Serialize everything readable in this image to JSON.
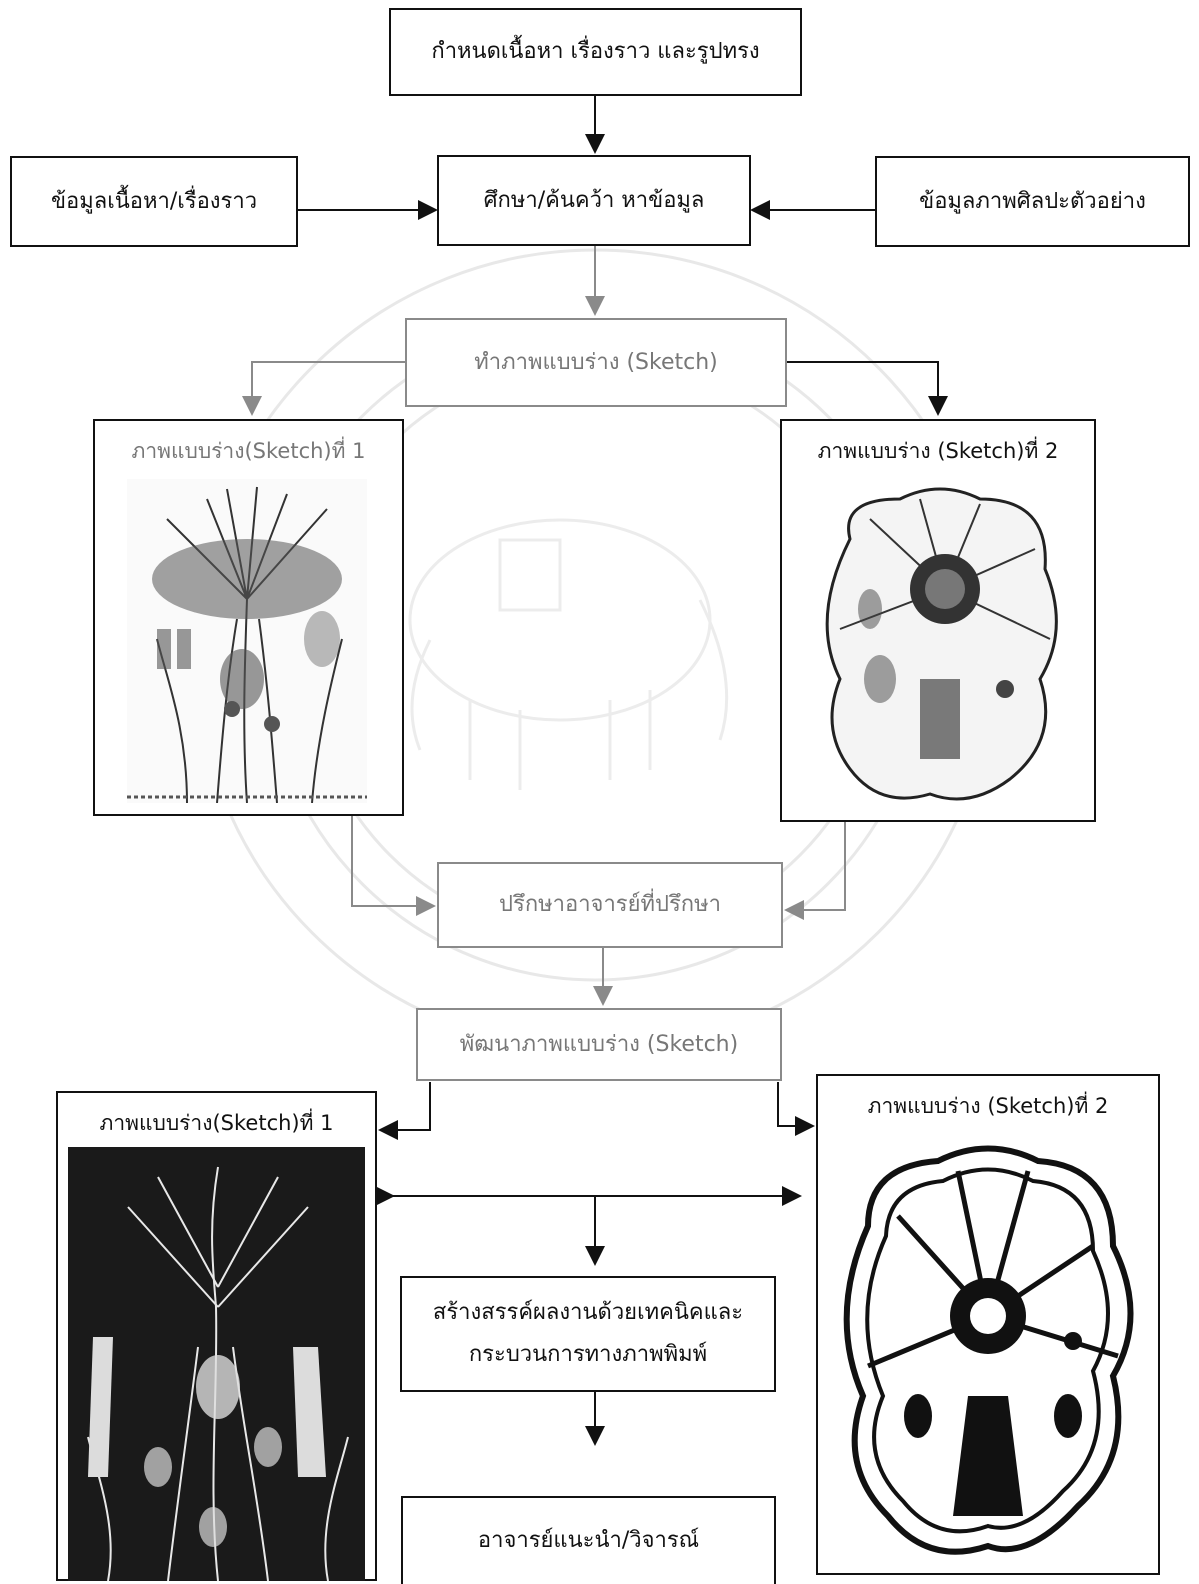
{
  "colors": {
    "dark": "#111111",
    "gray": "#8a8a8a",
    "watermark": "#e6e6e6"
  },
  "steps": {
    "define": "กำหนดเนื้อหา เรื่องราว และรูปทรง",
    "content_info": "ข้อมูลเนื้อหา/เรื่องราว",
    "research": "ศึกษา/ค้นคว้า หาข้อมูล",
    "art_info": "ข้อมูลภาพศิลปะตัวอย่าง",
    "sketch": "ทำภาพแบบร่าง (Sketch)",
    "sketch1": "ภาพแบบร่าง(Sketch)ที่ 1",
    "sketch2": "ภาพแบบร่าง (Sketch)ที่ 2",
    "consult": "ปรึกษาอาจารย์ที่ปรึกษา",
    "develop": "พัฒนาภาพแบบร่าง (Sketch)",
    "dev1": "ภาพแบบร่าง(Sketch)ที่ 1",
    "dev2": "ภาพแบบร่าง (Sketch)ที่ 2",
    "create_line1": "สร้างสรรค์ผลงานด้วยเทคนิคและ",
    "create_line2": "กระบวนการทางภาพพิมพ์",
    "critique": "อาจารย์แนะนำ/วิจารณ์"
  },
  "icons": {
    "watermark": "university-seal-watermark-icon",
    "sketch1_art": "tree-sketch-illustration",
    "sketch2_art": "lotus-leaf-sketch-illustration",
    "dev1_art": "tree-print-illustration",
    "dev2_art": "lotus-leaf-print-illustration"
  }
}
